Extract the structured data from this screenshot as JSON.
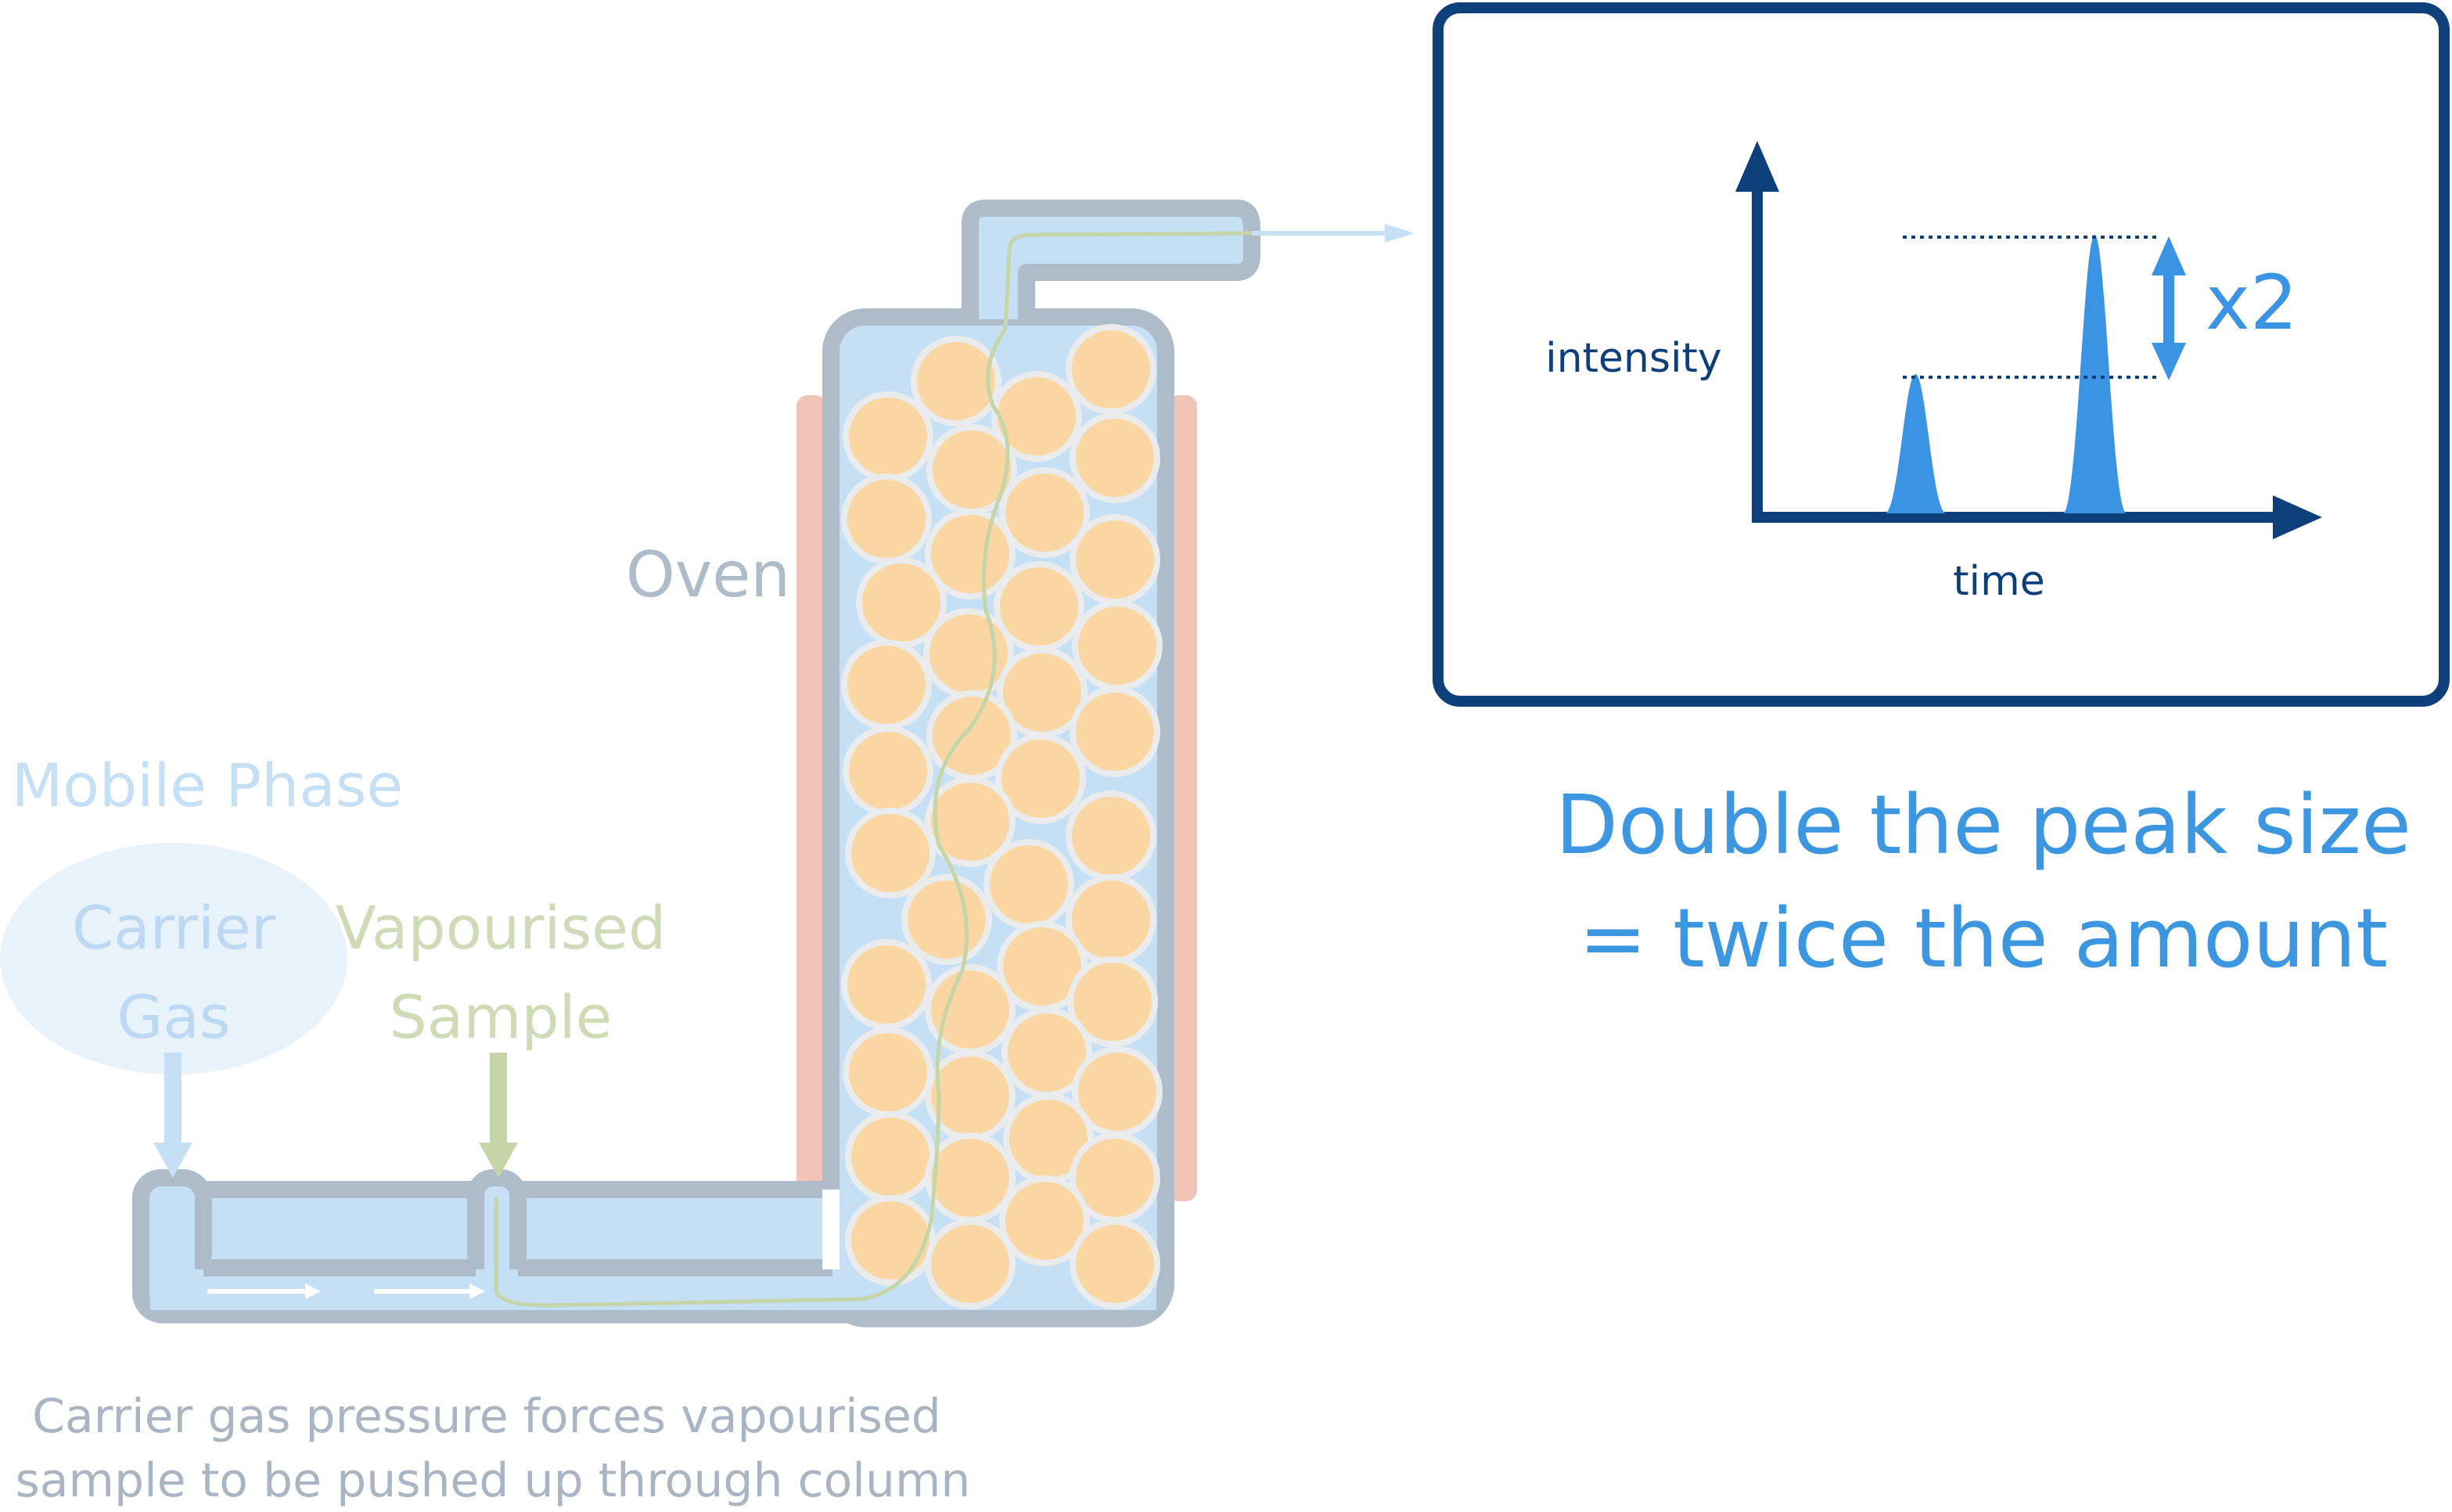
{
  "labels": {
    "oven": "Oven",
    "mobile_phase": "Mobile Phase",
    "carrier_gas_line1": "Carrier",
    "carrier_gas_line2": "Gas",
    "vapourised_line1": "Vapourised",
    "vapourised_line2": "Sample",
    "caption_line1": "Carrier gas pressure forces vapourised",
    "caption_line2": "sample to be pushed up through column"
  },
  "chromatogram": {
    "y_label": "intensity",
    "x_label": "time",
    "multiplier_label": "x2",
    "peaks": [
      {
        "time": 0.3,
        "intensity": 1
      },
      {
        "time": 0.64,
        "intensity": 2
      }
    ]
  },
  "headline": {
    "line1": "Double the peak size",
    "line2": "= twice the amount"
  },
  "colors": {
    "navy": "#0d3f7a",
    "peak_blue": "#3b93e3",
    "headline_blue": "#3c97e0",
    "tube_outline": "#aebbc9",
    "tube_fill": "#c5dff5",
    "bead_fill": "#f9d6a2",
    "bead_outline": "#eaebec",
    "oven_heater": "#f0c4b6",
    "sample_green": "#c5d5a8",
    "carrier_blue": "#c5dff5",
    "caption_gray": "#a9b5c3"
  }
}
